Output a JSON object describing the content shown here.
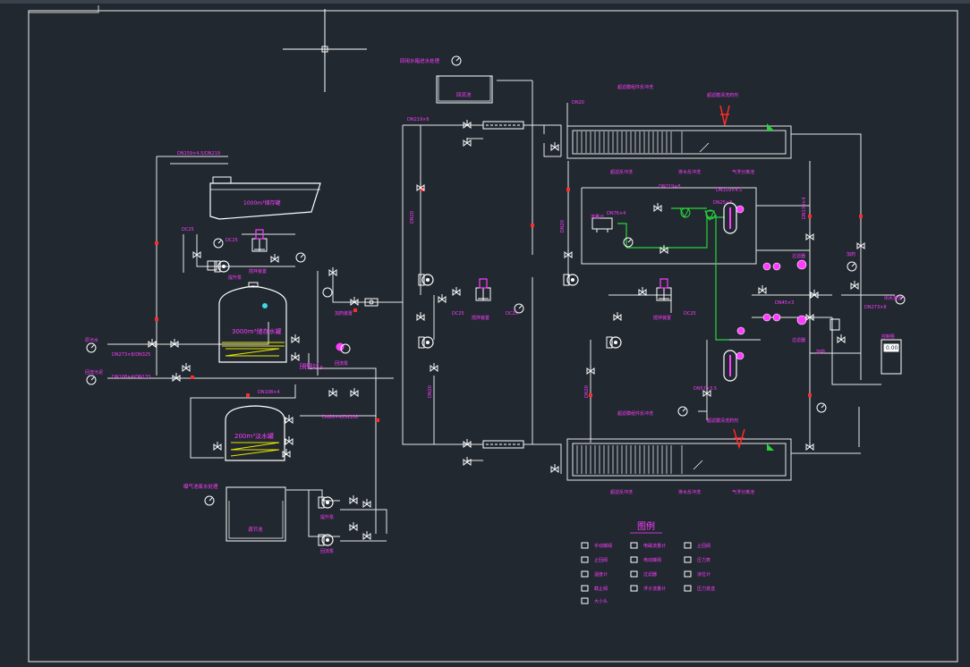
{
  "colors": {
    "background": "#212830",
    "line": "#e8e8e8",
    "label": "#ff3cff",
    "valve": "#ffffff",
    "accent_green": "#29d43a",
    "accent_red": "#ff2a2a",
    "accent_yellow": "#e6e600",
    "accent_cyan": "#3cd8e8"
  },
  "tanks": {
    "tank_1000": "1000m³储存罐",
    "tank_3000": "3000m³储存水罐",
    "tank_200": "200m³淡水罐"
  },
  "labels": {
    "dc25_a": "DC25",
    "dc25_b": "DC25",
    "dc25_c": "DC25",
    "dc25_d": "DC25",
    "dc25_e": "DC25",
    "dn20_top": "DN20",
    "dn20_1": "DN20",
    "dn20_2": "DN20",
    "dn20_3": "DN20",
    "dn20_4": "DN20",
    "top_basin_title": "回用水箱进水处理",
    "top_basin": "回流池",
    "bottom_basin_title": "曝气池废水处理",
    "bottom_basin": "调节池",
    "top_line_1": "超滤膜组件反冲洗",
    "top_line_2": "超滤膜清洗药剂",
    "top_sub_1": "超滤反冲洗",
    "top_sub_2": "排水反冲洗",
    "top_sub_3": "气浮分离池",
    "bot_line_1": "超滤膜组件反冲洗",
    "bot_line_2": "超滤膜清洗药剂",
    "bot_sub_1": "超滤反冲洗",
    "bot_sub_2": "排水反冲洗",
    "bot_sub_3": "气浮分离池",
    "left_in_1": "原污水",
    "left_in_2": "回流污泥",
    "pump_1": "提升泵",
    "pump_2": "回流泵",
    "pump_3": "提升泵",
    "pump_4": "回流泵",
    "mixer_1": "搅拌装置",
    "mixer_2": "搅拌装置",
    "mixer_3": "搅拌装置",
    "dosing_1": "加药装置",
    "flow_meter": "流量计",
    "right_out": "出水排放",
    "control_box": "控制柜",
    "filter_a": "过滤器",
    "filter_b": "过滤器",
    "chem_1": "加药",
    "chem_2": "加药",
    "pipe_1": "DN219×6",
    "pipe_2": "DN108×4",
    "pipe_3": "DN89×4",
    "pipe_4": "DN273×8",
    "pipe_5": "DN159×4.5",
    "pipe_6": "DN57×3.5",
    "pipe_7": "DN76×4",
    "pipe_8": "DN25×3",
    "pipe_9": "DN32×3.5",
    "pipe_10": "DN133×4",
    "pipe_11": "DN45×3",
    "pipe_12": "DN219×8",
    "pipe_13": "DN273×8/DN325",
    "pipe_14": "DN89×4/DN108",
    "pipe_15": "DN108×4/DN133",
    "pipe_16": "DN159×4.5/DN219",
    "ratio_1": "0.00"
  },
  "legend": {
    "title": "图例",
    "items": [
      "手动蝶阀",
      "电磁流量计",
      "止回阀",
      "止回阀",
      "电动蝶阀",
      "压力表",
      "温度计",
      "过滤器",
      "液位计",
      "截止阀",
      "浮子流量计",
      "压力变送",
      "大小头"
    ]
  }
}
